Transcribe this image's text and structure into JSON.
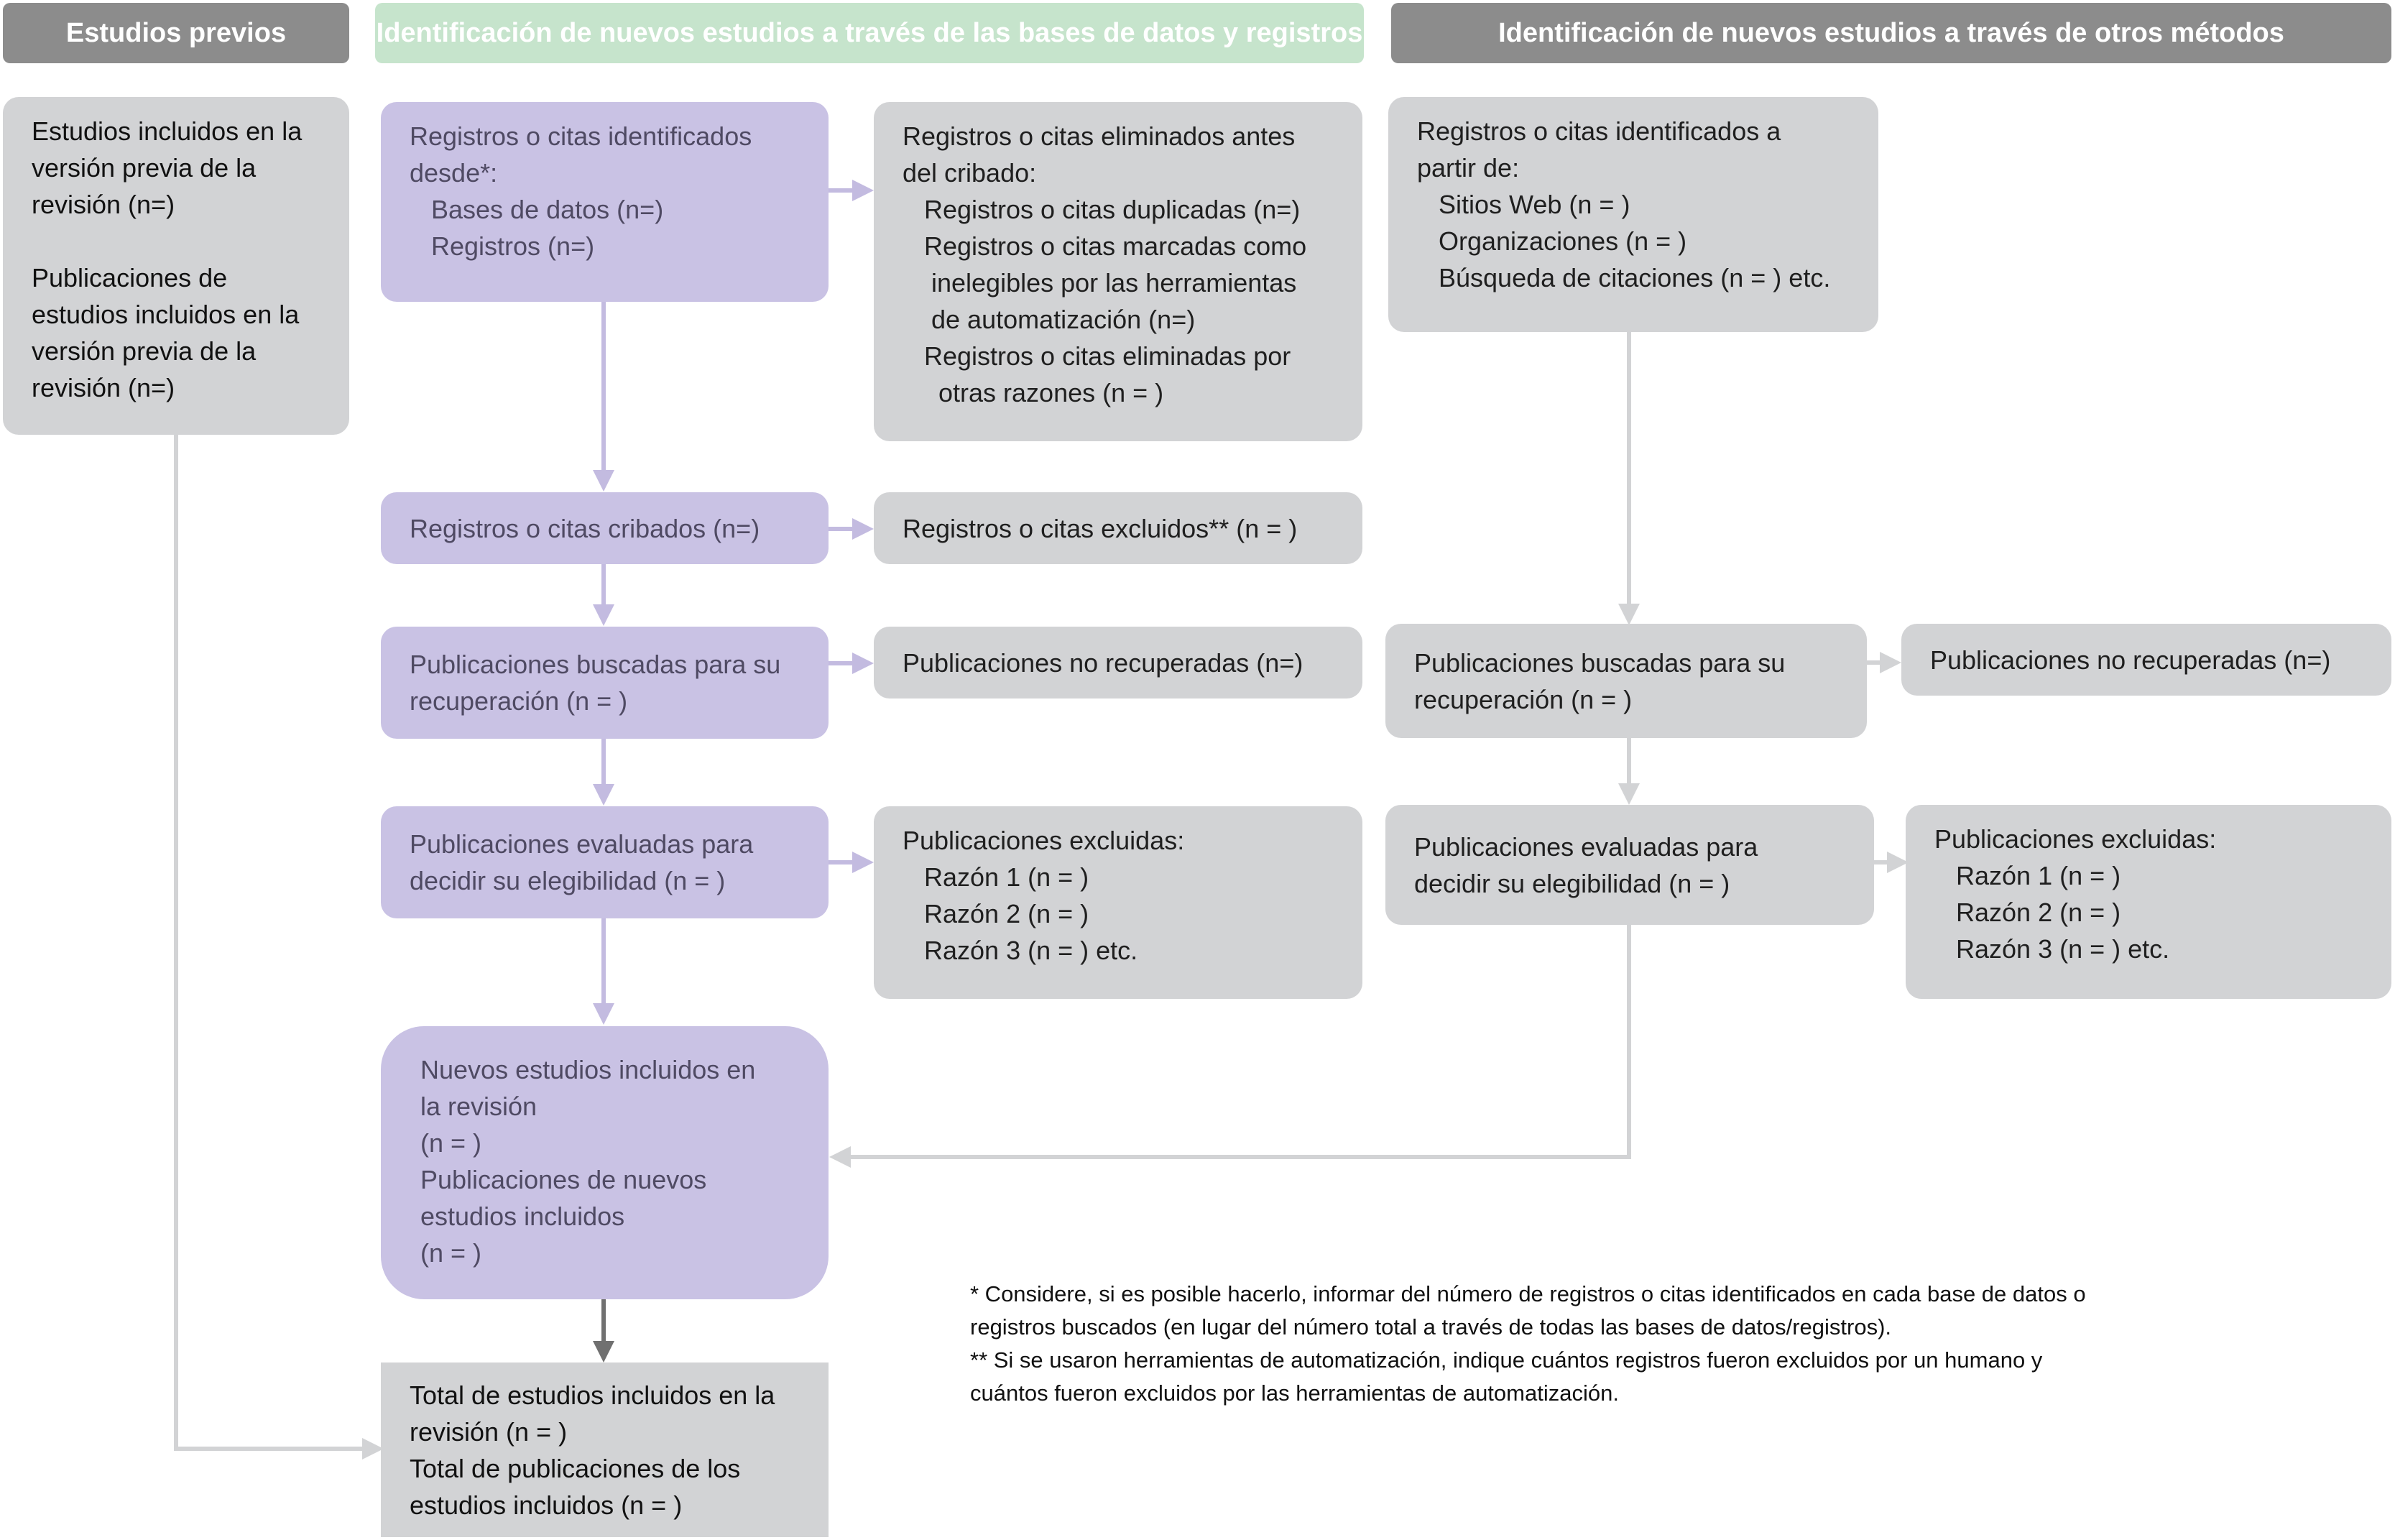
{
  "colors": {
    "header_grey": "#8c8c8c",
    "header_green": "#c6e4cc",
    "box_grey": "#d2d3d5",
    "box_purple": "#c9c2e4",
    "arrow_purple": "#c3bbe0",
    "arrow_grey": "#d2d3d5",
    "arrow_dark": "#707070"
  },
  "headers": {
    "previous": "Estudios previos",
    "databases": "Identificación de nuevos estudios a través de las bases de datos y registros",
    "other": "Identificación de nuevos estudios a través de otros métodos"
  },
  "previous_studies": {
    "lines": [
      "Estudios incluidos en la",
      "versión previa de la",
      "revisión (n=)",
      "Publicaciones de",
      "estudios incluidos en la",
      "versión previa de la",
      "revisión (n=)"
    ]
  },
  "databases_column": {
    "identified": {
      "lines": [
        "Registros o citas identificados",
        "desde*:",
        "Bases de datos (n=)",
        "Registros (n=)"
      ]
    },
    "removed": {
      "lines": [
        "Registros o citas eliminados antes",
        "del cribado:",
        "Registros o citas duplicadas (n=)",
        "Registros o citas marcadas como",
        "inelegibles por las herramientas",
        "de automatización (n=)",
        "Registros o citas eliminadas por",
        "otras razones (n = )"
      ]
    },
    "screened": "Registros o citas cribados (n=)",
    "excluded": "Registros o citas excluidos** (n = )",
    "sought": {
      "lines": [
        "Publicaciones buscadas para su",
        "recuperación (n = )"
      ]
    },
    "not_retrieved": "Publicaciones no recuperadas (n=)",
    "assessed": {
      "lines": [
        "Publicaciones evaluadas para",
        "decidir su elegibilidad (n = )"
      ]
    },
    "reports_excluded": {
      "lines": [
        "Publicaciones excluidas:",
        "Razón 1 (n = )",
        "Razón 2 (n = )",
        "Razón 3 (n = ) etc."
      ]
    },
    "new_included": {
      "lines": [
        "Nuevos estudios incluidos en",
        "la revisión",
        "(n = )",
        "Publicaciones de nuevos",
        "estudios incluidos",
        "(n = )"
      ]
    }
  },
  "other_column": {
    "identified": {
      "lines": [
        "Registros o citas identificados a",
        "partir de:",
        "Sitios Web (n = )",
        "Organizaciones (n = )",
        "Búsqueda de citaciones (n = ) etc."
      ]
    },
    "sought": {
      "lines": [
        "Publicaciones buscadas para su",
        "recuperación (n = )"
      ]
    },
    "not_retrieved": "Publicaciones no recuperadas (n=)",
    "assessed": {
      "lines": [
        "Publicaciones evaluadas para",
        "decidir su elegibilidad (n = )"
      ]
    },
    "reports_excluded": {
      "lines": [
        "Publicaciones excluidas:",
        "Razón 1 (n = )",
        "Razón 2 (n = )",
        "Razón 3 (n = ) etc."
      ]
    }
  },
  "total": {
    "lines": [
      "Total de estudios incluidos en la",
      "revisión (n = )",
      "Total de publicaciones de los",
      "estudios incluidos (n = )"
    ]
  },
  "footnotes": {
    "lines": [
      "* Considere, si es posible hacerlo, informar del número de registros o citas identificados en cada base de datos o",
      "registros buscados (en lugar del número total a través de todas las bases de datos/registros).",
      "** Si se usaron herramientas de automatización, indique cuántos registros fueron excluidos por un humano y",
      "cuántos fueron excluidos por las herramientas de automatización."
    ]
  }
}
